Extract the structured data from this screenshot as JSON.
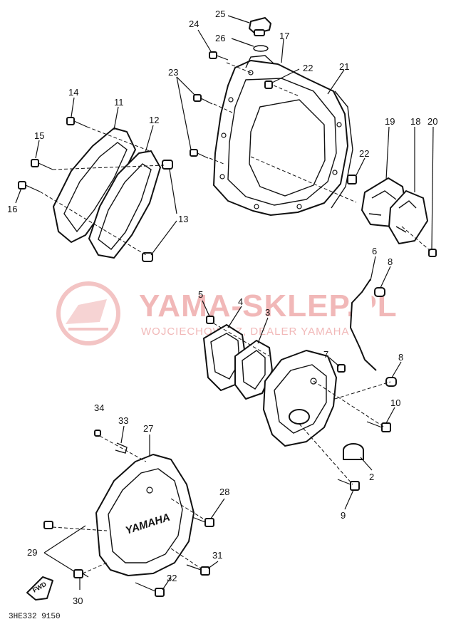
{
  "watermark": {
    "title": "YAMA-SKLEP.PL",
    "subtitle": "WOJCIECHOWICZ, DEALER YAMAHA"
  },
  "cover_branding": "YAMAHA",
  "fwd_label": "FWD",
  "diagram_code": "3HE332 9150",
  "callouts": [
    "25",
    "26",
    "17",
    "24",
    "22",
    "21",
    "23",
    "14",
    "11",
    "12",
    "15",
    "16",
    "13",
    "22",
    "19",
    "18",
    "20",
    "6",
    "8",
    "5",
    "4",
    "3",
    "7",
    "8",
    "10",
    "2",
    "9",
    "34",
    "33",
    "27",
    "28",
    "29",
    "31",
    "30",
    "32"
  ]
}
